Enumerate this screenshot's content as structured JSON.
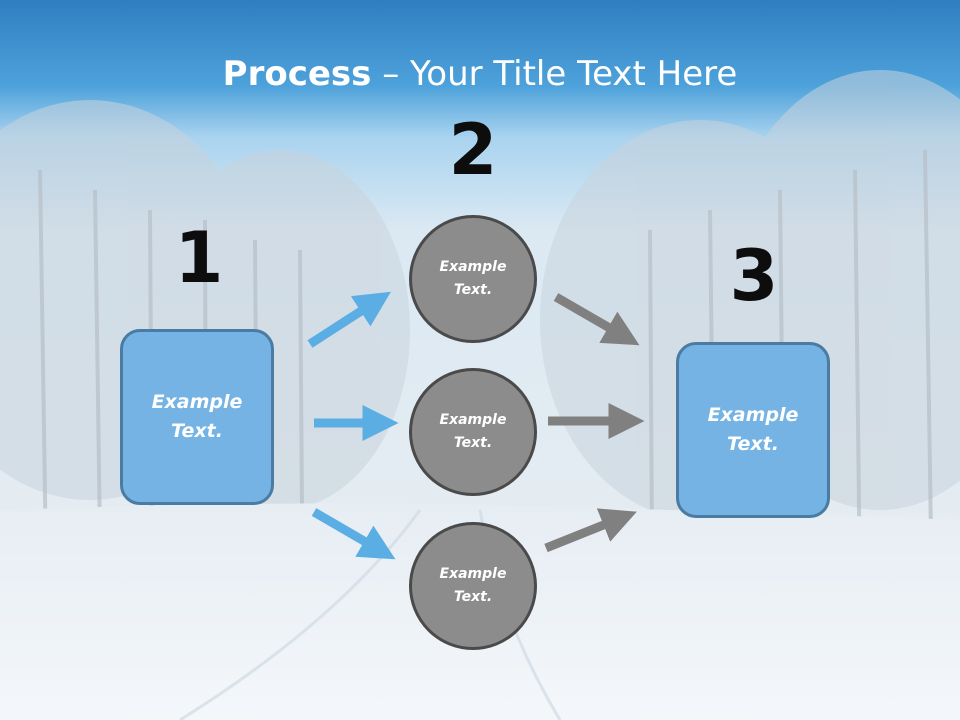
{
  "title": {
    "bold": "Process",
    "dash": " – ",
    "rest": "Your Title Text Here"
  },
  "steps": {
    "one": "1",
    "two": "2",
    "three": "3"
  },
  "left_box": {
    "text": "Example Text."
  },
  "right_box": {
    "text": "Example Text."
  },
  "circles": [
    {
      "text": "Example Text."
    },
    {
      "text": "Example Text."
    },
    {
      "text": "Example Text."
    }
  ],
  "colors": {
    "header_blue": "#3b8fcf",
    "box_fill": "#74b3e3",
    "box_border": "#4a7ca3",
    "circle_fill": "#8c8c8c",
    "circle_border": "#4a4a4a",
    "arrow_blue": "#5aaee3",
    "arrow_gray": "#808080"
  },
  "icons": {
    "arrows_in": "arrow-blue-icon",
    "arrows_out": "arrow-gray-icon"
  }
}
